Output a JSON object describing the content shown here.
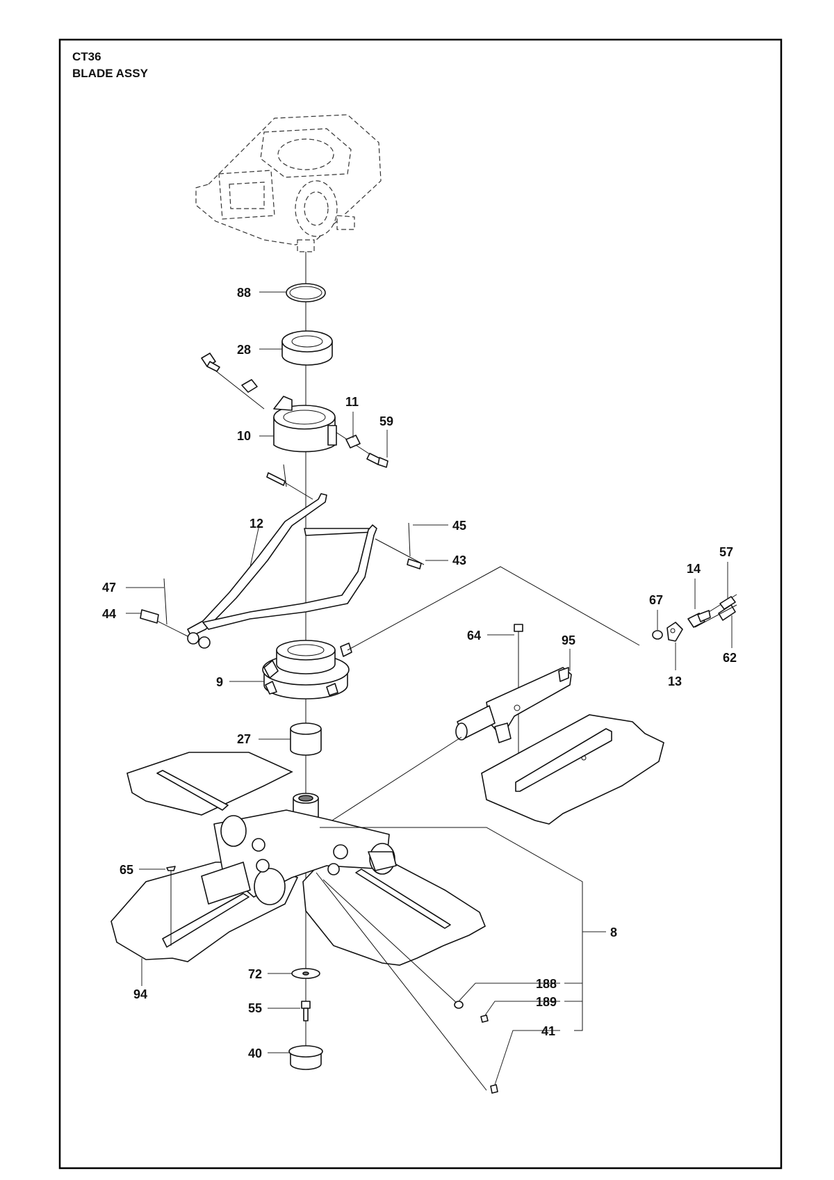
{
  "header": {
    "model": "CT36",
    "assembly": "BLADE ASSY"
  },
  "parts": {
    "p88": "88",
    "p28": "28",
    "p11": "11",
    "p59": "59",
    "p10": "10",
    "p12": "12",
    "p45": "45",
    "p43": "43",
    "p47": "47",
    "p44": "44",
    "p57": "57",
    "p14": "14",
    "p67": "67",
    "p64": "64",
    "p95": "95",
    "p62": "62",
    "p13": "13",
    "p9": "9",
    "p27": "27",
    "p65": "65",
    "p8": "8",
    "p94": "94",
    "p72": "72",
    "p188": "188",
    "p189": "189",
    "p55": "55",
    "p41": "41",
    "p40": "40"
  }
}
